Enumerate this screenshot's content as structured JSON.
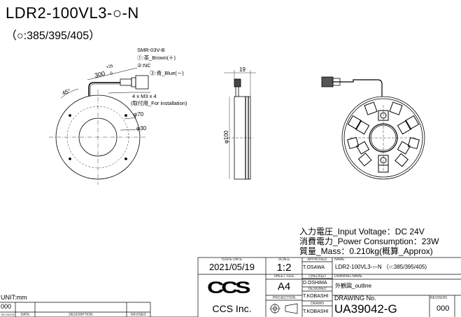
{
  "drawing": {
    "title": "LDR2-100VL3-○-N",
    "subtitle": "（○:385/395/405）",
    "connector": {
      "model": "SMR-03V-B",
      "pin1": "①:茶_Brown(＋)",
      "pin2": "②:NC",
      "pin3": "③:青_Blue(－)"
    },
    "dims": {
      "cable_length": "300",
      "cable_tol_plus": "+25",
      "cable_tol_minus": "0",
      "angle": "45°",
      "holes": "4 x M3 x 4",
      "holes_note": "(取付用_For installation)",
      "d70": "φ70",
      "d30": "φ30",
      "width": "19",
      "d100": "φ100"
    }
  },
  "specs": {
    "voltage": "入力電圧_Input Voltage：DC 24V",
    "power": "消費電力_Power Consumption：23W",
    "mass": "質量_Mass：0.210kg(概算_Approx)"
  },
  "title_block": {
    "issue_date_label": "ISSUE DATE",
    "issue_date": "2021/05/19",
    "scale_label": "SCALE",
    "scale": "1:2",
    "sheet_size_label": "SHEET  SIZE",
    "sheet_size": "A4",
    "projection_label": "PROJECTION",
    "approved_label": "APPROVED",
    "approved": "T.OSAWA",
    "checked_label": "CHECKED",
    "checked": "D.OSHIMA",
    "designed_label": "DESIGNED",
    "designed": "T.KOBASHI",
    "drawn_label": "DRAWN",
    "drawn": "T.KOBASHI",
    "name_label": "NAME",
    "name": "LDR2-100VL3-○-N （○:385/395/405)",
    "drawing_name_label": "DRAWING NAME",
    "drawing_name": "外観図_outline",
    "drawing_no_label": "DRAWING No.",
    "drawing_no": "UA39042-G",
    "revision_label": "REVISION",
    "revision": "000",
    "company_logo": "CCS",
    "company": "CCS Inc."
  },
  "revision_table": {
    "unit": "UNIT:mm",
    "revision": "000",
    "cols": [
      "REVISION",
      "DATE",
      "DESCRIPTION",
      "REVISED"
    ]
  }
}
